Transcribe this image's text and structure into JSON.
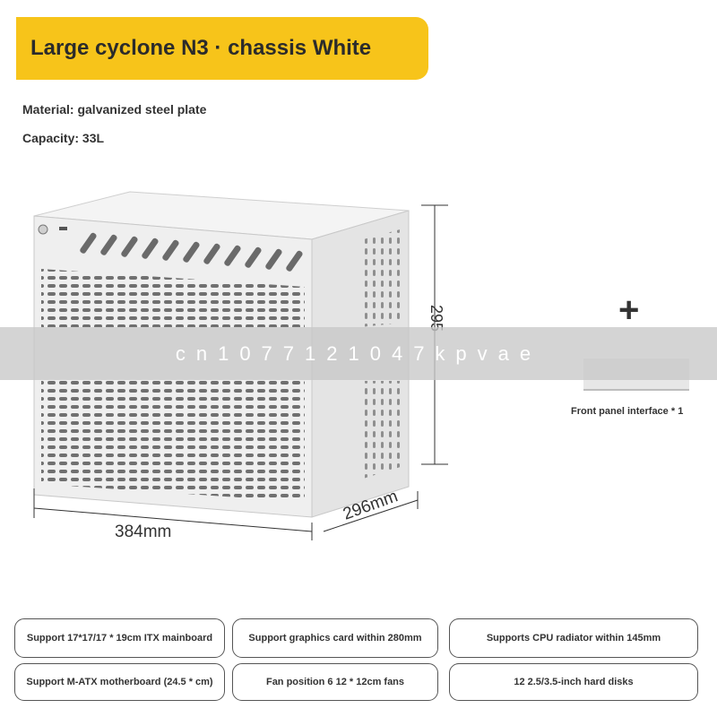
{
  "header": {
    "title": "Large cyclone N3 · chassis White",
    "material": "Material: galvanized steel plate",
    "capacity": "Capacity: 33L"
  },
  "dimensions": {
    "width": "384mm",
    "depth": "296mm",
    "height": "295"
  },
  "accessory": {
    "plus_icon": "plus-icon",
    "label": "Front panel interface * 1"
  },
  "watermark": "cn1077121047kpvae",
  "features": [
    "Support 17*17/17 * 19cm ITX mainboard",
    "Support graphics card within 280mm",
    "Supports CPU radiator within 145mm",
    "Support M-ATX motherboard (24.5 * cm)",
    "Fan position 6 12 * 12cm fans",
    "12 2.5/3.5-inch hard disks"
  ],
  "colors": {
    "accent": "#f7c41a",
    "chassis": "#f1f1f1",
    "text": "#333333"
  }
}
